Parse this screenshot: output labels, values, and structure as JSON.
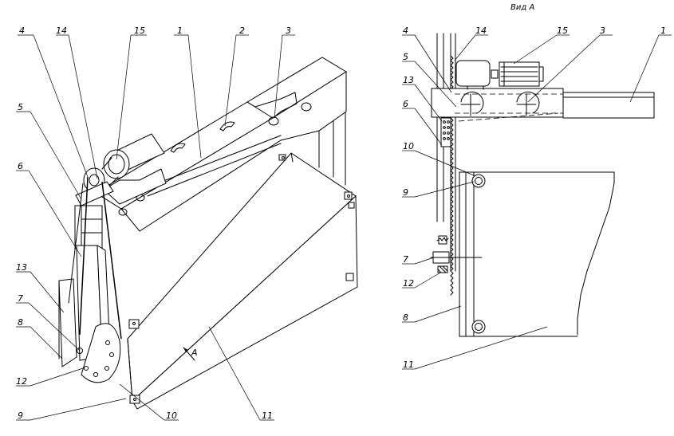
{
  "view_title": "Вид А",
  "direction_marker": "А",
  "left_view": {
    "labels": {
      "l4": "4",
      "l14": "14",
      "l15": "15",
      "l1": "1",
      "l2": "2",
      "l3": "3",
      "l5": "5",
      "l6": "6",
      "l13": "13",
      "l7": "7",
      "l8": "8",
      "l12": "12",
      "l9": "9",
      "l10": "10",
      "l11": "11"
    }
  },
  "right_view": {
    "labels": {
      "l4": "4",
      "l14": "14",
      "l15": "15",
      "l3": "3",
      "l1": "1",
      "l5": "5",
      "l13": "13",
      "l6": "6",
      "l10": "10",
      "l9": "9",
      "l7": "7",
      "l12": "12",
      "l8": "8",
      "l11": "11"
    }
  }
}
